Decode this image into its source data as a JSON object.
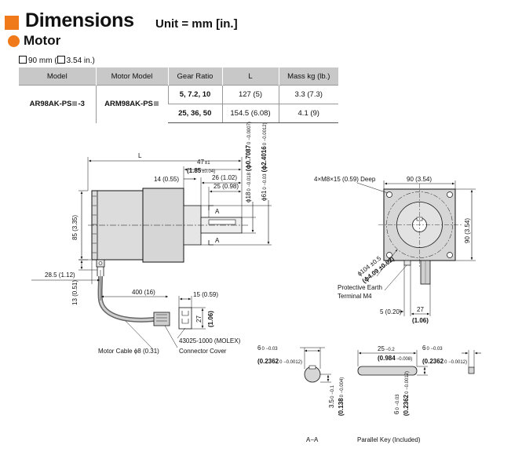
{
  "header": {
    "title": "Dimensions",
    "unit": "Unit = mm [in.]",
    "section": "Motor",
    "size_note": "90 mm (",
    "size_note_in": "3.54 in.)"
  },
  "colors": {
    "accent": "#f07a1a",
    "table_header_bg": "#c8c8c8"
  },
  "icons": [
    "square-bullet-icon",
    "circle-bullet-icon"
  ],
  "table": {
    "headers": [
      "Model",
      "Motor Model",
      "Gear Ratio",
      "L",
      "Mass kg (lb.)"
    ],
    "model_pre": "AR98AK-PS",
    "model_post": "-3",
    "motor_model": "ARM98AK-PS",
    "rows": [
      {
        "ratio": "5, 7.2, 10",
        "L": "127 (5)",
        "mass": "3.3 (7.3)"
      },
      {
        "ratio": "25, 36, 50",
        "L": "154.5 (6.08)",
        "mass": "4.1 (9)"
      }
    ]
  },
  "drawing": {
    "L": "L",
    "d47": "47",
    "d47_tol": "±1",
    "d47_in": "(1.85",
    "d47_in_tol": "±0.04)",
    "d14": "14 (0.55)",
    "d26": "26 (1.02)",
    "d25": "25 (0.98)",
    "d85": "85 (3.35)",
    "d28_5": "28.5 (1.12)",
    "d13": "13 (0.51)",
    "d400": "400 (16)",
    "d15": "15 (0.59)",
    "d27_conn": "27",
    "d27_conn_in": "(1.06)",
    "phi18": "ϕ18",
    "phi18_tol": "0 −0.018",
    "phi18_in": "(ϕ0.7087",
    "phi18_in_tol": "0 −0.0007)",
    "phi61": "ϕ61",
    "phi61_tol": "0 −0.03",
    "phi61_in": "(ϕ2.4016",
    "phi61_in_tol": "0 −0.0012)",
    "section_A": "A",
    "connector": "43025-1000 (MOLEX)",
    "connector_cover": "Connector Cover",
    "motor_cable": "Motor Cable ϕ8 (0.31)",
    "holes": "4×M8×15 (0.59) Deep",
    "d90_top": "90 (3.54)",
    "d90_side": "90 (3.54)",
    "phi104": "ϕ104 ±0.5",
    "phi104_in": "(ϕ4.09 ±0.02)",
    "earth_line1": "Protective Earth",
    "earth_line2": "Terminal M4",
    "d5": "5 (0.20)",
    "d27_front": "27",
    "d27_front_in": "(1.06)",
    "aa_6": "6",
    "aa_6_tol": "0 −0.03",
    "aa_6_in": "(0.2362",
    "aa_6_in_tol": "0 −0.0012)",
    "aa_3_5": "3.5",
    "aa_3_5_tol": "0 −0.1",
    "aa_0_138": "(0.138",
    "aa_0_138_tol": "0 −0.004)",
    "key_25": "25",
    "key_25_tol": "−0.2",
    "key_25_in": "(0.984",
    "key_25_in_tol": "−0.008)",
    "key_6_side": "6",
    "key_6_side_tol": "0 −0.03",
    "key_6_side_in": "(0.2362",
    "key_6_side_in_tol": "0 −0.0012)",
    "key_6_vert": "6",
    "key_6_vert_tol": "0 −0.03",
    "key_6_vert_in": "(0.2362",
    "key_6_vert_in_tol": "0 −0.0012)",
    "label_aa": "A−A",
    "label_key": "Parallel Key (Included)"
  }
}
